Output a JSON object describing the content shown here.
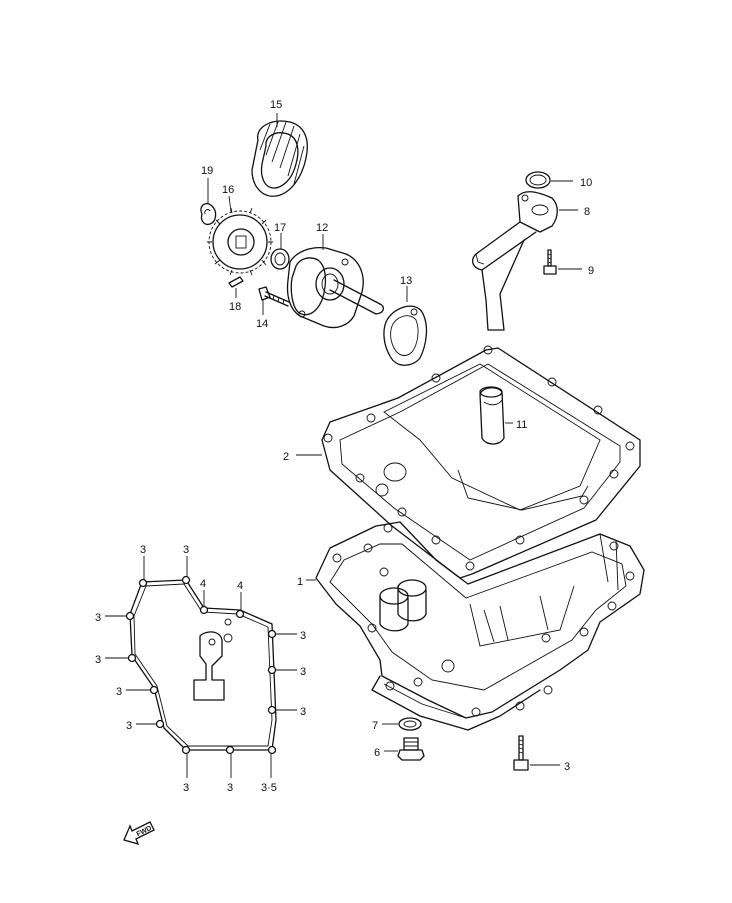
{
  "callouts": {
    "c1": "1",
    "c2": "2",
    "c6": "6",
    "c7": "7",
    "c8": "8",
    "c9": "9",
    "c10": "10",
    "c11": "11",
    "c12": "12",
    "c13": "13",
    "c14": "14",
    "c15": "15",
    "c16": "16",
    "c17": "17",
    "c18": "18",
    "c19": "19",
    "c3": "3",
    "c4": "4",
    "c35": "3·5"
  },
  "fwd_label": "FWD"
}
